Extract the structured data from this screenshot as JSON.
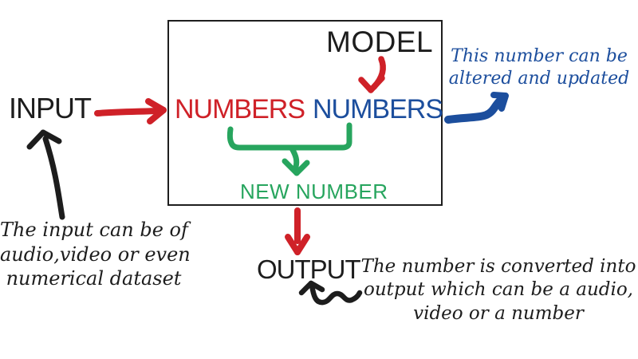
{
  "colors": {
    "red": "#cf2128",
    "blue": "#1c4e9d",
    "green": "#27a55e",
    "ink": "#1d1d1d",
    "background": "#ffffff"
  },
  "labels": {
    "input": "INPUT",
    "model": "MODEL",
    "numbers_input": "NUMBERS",
    "numbers_model": "NUMBERS",
    "new_number": "NEW NUMBER",
    "output": "OUTPUT"
  },
  "notes": {
    "model_note": {
      "line1": "This number can be",
      "line2": "altered and updated"
    },
    "input_note": {
      "line1": "The input can be of",
      "line2": "audio,video or even",
      "line3": "numerical dataset"
    },
    "output_note": {
      "line1": "The number is converted into",
      "line2": "output which can be a audio,",
      "line3": "video or a number"
    }
  },
  "icons": {
    "input_arrow": "red-arrow-right",
    "model_to_numbers_arrow": "red-arrow-down",
    "combine_bracket_arrow": "green-bracket-arrow-down",
    "output_arrow": "red-arrow-down",
    "altered_arrow": "blue-arrow-up-right",
    "input_note_arrow": "black-hand-arrow-up",
    "output_note_arrow": "black-squiggle-arrow-up-left"
  }
}
